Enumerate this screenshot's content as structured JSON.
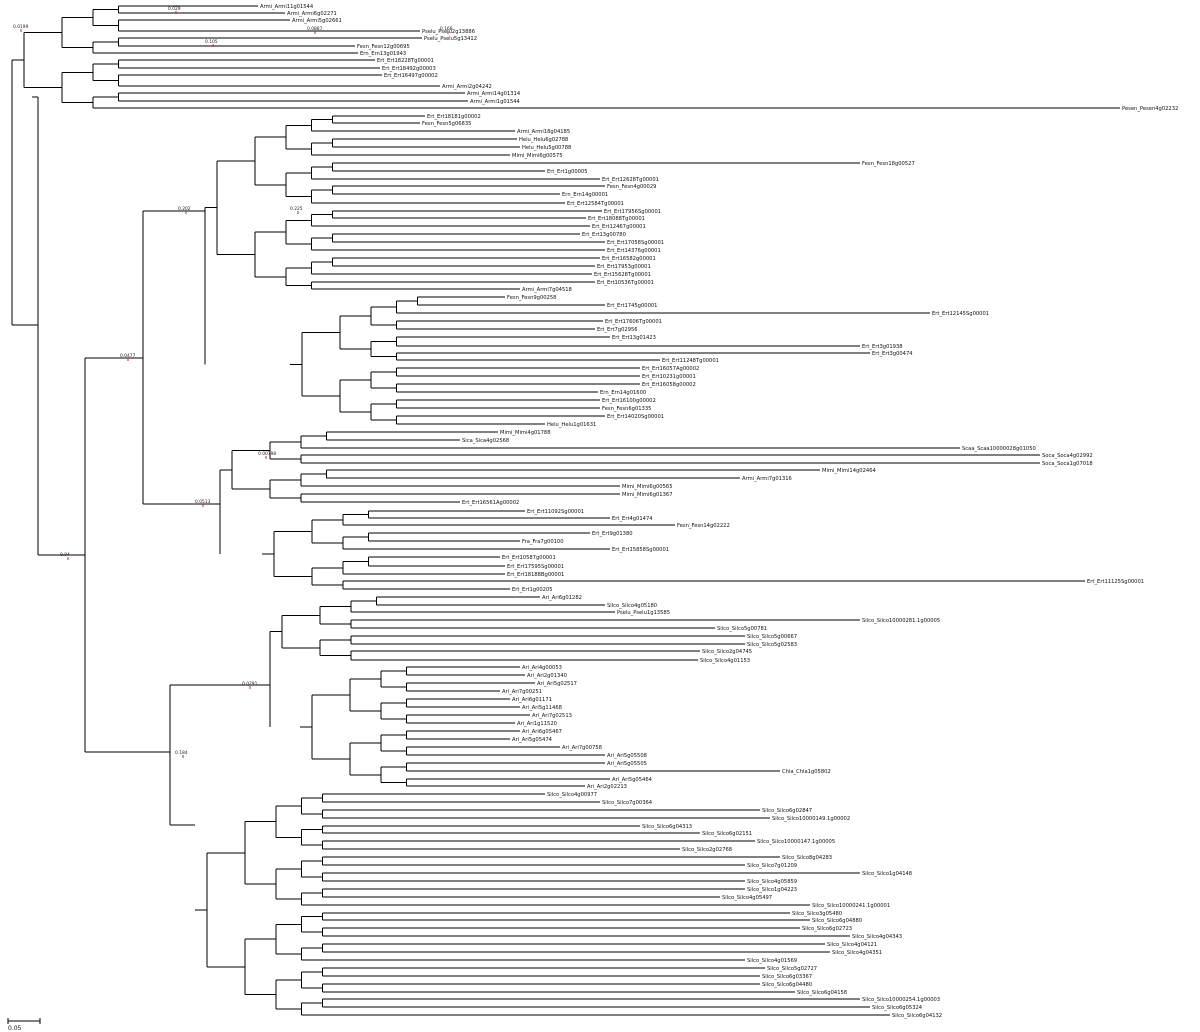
{
  "tree": {
    "scale_bar_label": "0.05",
    "labels": [
      {
        "id": "L1",
        "text": "Armi_Armi11g01544"
      },
      {
        "id": "L2",
        "text": "Armi_Armi6g02271"
      },
      {
        "id": "L3",
        "text": "Armi_Armi5g02661"
      },
      {
        "id": "L4",
        "text": "Pselu_Pselu2g13886"
      },
      {
        "id": "L5",
        "text": "Pselu_Pselu5g13412"
      },
      {
        "id": "L6",
        "text": "Fesn_Fesn12g00695"
      },
      {
        "id": "L7",
        "text": "Ern_Ern13g01943"
      },
      {
        "id": "L8",
        "text": "Ert_Ert18228Tg00001"
      },
      {
        "id": "L9",
        "text": "Ert_Ert18492g00003"
      },
      {
        "id": "L10",
        "text": "Ert_Ert16497g00002"
      },
      {
        "id": "L11",
        "text": "Armi_Armi2g04242"
      },
      {
        "id": "L12",
        "text": "Armi_Armi14g01314"
      },
      {
        "id": "L13",
        "text": "Armi_Armi1g01544"
      },
      {
        "id": "L14",
        "text": "Pesen_Pesen4g02232"
      },
      {
        "id": "L15",
        "text": "Ert_Ert18181g00002"
      },
      {
        "id": "L16",
        "text": "Fesn_Fesn5g06835"
      },
      {
        "id": "L17",
        "text": "Armi_Armi18g04185"
      },
      {
        "id": "L18",
        "text": "Helu_Helu6g02788"
      },
      {
        "id": "L19",
        "text": "Helu_Helu5g00788"
      },
      {
        "id": "L20",
        "text": "Mimi_Mimi6g00575"
      },
      {
        "id": "L21",
        "text": "Fesn_Fesn18g00527"
      },
      {
        "id": "L22",
        "text": "Ert_Ert1g00005"
      },
      {
        "id": "L23",
        "text": "Ert_Ert12628Tg00001"
      },
      {
        "id": "L24",
        "text": "Fesn_Fesn4g00029"
      },
      {
        "id": "L25",
        "text": "Ern_Ern14g00001"
      },
      {
        "id": "L26",
        "text": "Ert_Ert12584Tg00001"
      },
      {
        "id": "L27",
        "text": "Ert_Ert17956Sg00001"
      },
      {
        "id": "L28",
        "text": "Ert_Ert18088Tg00001"
      },
      {
        "id": "L29",
        "text": "Ert_Ert12467g00001"
      },
      {
        "id": "L30",
        "text": "Ert_Ert13g00780"
      },
      {
        "id": "L31",
        "text": "Ert_Ert17058Sg00001"
      },
      {
        "id": "L32",
        "text": "Ert_Ert14376g00001"
      },
      {
        "id": "L33",
        "text": "Ert_Ert16582g00001"
      },
      {
        "id": "L34",
        "text": "Ert_Ert17953g00001"
      },
      {
        "id": "L35",
        "text": "Ert_Ert15628Tg00001"
      },
      {
        "id": "L36",
        "text": "Ert_Ert10536Tg00001"
      },
      {
        "id": "L37",
        "text": "Armi_Armi7g04518"
      },
      {
        "id": "L38",
        "text": "Fesn_Fesn9g00258"
      },
      {
        "id": "L39",
        "text": "Ert_Ert1745g00001"
      },
      {
        "id": "L40",
        "text": "Ert_Ert12145Sg00001"
      },
      {
        "id": "L41",
        "text": "Ert_Ert17606Tg00001"
      },
      {
        "id": "L42",
        "text": "Ert_Ert7g02956"
      },
      {
        "id": "L43",
        "text": "Ert_Ert13g01423"
      },
      {
        "id": "L44",
        "text": "Ert_Ert3g01938"
      },
      {
        "id": "L45",
        "text": "Ert_Ert3g00474"
      },
      {
        "id": "L46",
        "text": "Ert_Ert11248Tg00001"
      },
      {
        "id": "L47",
        "text": "Ert_Ert16057Ag00002"
      },
      {
        "id": "L48",
        "text": "Ert_Ert10231g00001"
      },
      {
        "id": "L49",
        "text": "Ert_Ert16058g00002"
      },
      {
        "id": "L50",
        "text": "Ern_Ern14g01600"
      },
      {
        "id": "L51",
        "text": "Ert_Ert16100g00002"
      },
      {
        "id": "L52",
        "text": "Fesn_Fesn6g01335"
      },
      {
        "id": "L53",
        "text": "Ert_Ert14020Sg00001"
      },
      {
        "id": "L54",
        "text": "Helu_Helu1g01631"
      },
      {
        "id": "L55",
        "text": "Mimi_Mimi4g01788"
      },
      {
        "id": "L56",
        "text": "Sica_Sica4g02568"
      },
      {
        "id": "L57",
        "text": "Scaa_Scaa10000028g01050"
      },
      {
        "id": "L58",
        "text": "Soca_Soca4g02992"
      },
      {
        "id": "L59",
        "text": "Soca_Soca1g07018"
      },
      {
        "id": "L60",
        "text": "Mimi_Mimi14g02464"
      },
      {
        "id": "L61",
        "text": "Armi_Armi7g01316"
      },
      {
        "id": "L62",
        "text": "Mimi_Mimi6g00565"
      },
      {
        "id": "L63",
        "text": "Mimi_Mimi6g01367"
      },
      {
        "id": "L64",
        "text": "Ert_Ert16561Ag00002"
      },
      {
        "id": "L65",
        "text": "Ert_Ert11092Sg00001"
      },
      {
        "id": "L66",
        "text": "Ert_Ert4g01474"
      },
      {
        "id": "L67",
        "text": "Fesn_Fesn14g02222"
      },
      {
        "id": "L68",
        "text": "Ert_Ert9g01380"
      },
      {
        "id": "L69",
        "text": "Fra_Fra7g00100"
      },
      {
        "id": "L70",
        "text": "Ert_Ert15858Sg00001"
      },
      {
        "id": "L71",
        "text": "Ert_Ert10587g00001"
      },
      {
        "id": "L72",
        "text": "Ert_Ert17595Sg00001"
      },
      {
        "id": "L73",
        "text": "Ert_Ert18188Bg00001"
      },
      {
        "id": "L74",
        "text": "Ert_Ert11125Sg00001"
      },
      {
        "id": "L75",
        "text": "Ert_Ert1g00205"
      },
      {
        "id": "L76",
        "text": "Ari_Ari6g01282"
      },
      {
        "id": "L77",
        "text": "Silco_Silco4g05180"
      },
      {
        "id": "L78",
        "text": "Pselu_Pselu1g13585"
      },
      {
        "id": "L79",
        "text": "Silco_Silco10000281.1g00005"
      },
      {
        "id": "L80",
        "text": "Silco_Silco5g00781"
      },
      {
        "id": "L81",
        "text": "Silco_Silco5g00667"
      },
      {
        "id": "L82",
        "text": "Silco_Silco5g02583"
      },
      {
        "id": "L83",
        "text": "Silco_Silco2g04745"
      },
      {
        "id": "L84",
        "text": "Silco_Silco4g01153"
      },
      {
        "id": "L85",
        "text": "Ari_Ari4g00053"
      },
      {
        "id": "L86",
        "text": "Ari_Ari2g01340"
      },
      {
        "id": "L87",
        "text": "Ari_Ari5g02517"
      },
      {
        "id": "L88",
        "text": "Ari_Ari7g00251"
      },
      {
        "id": "L89",
        "text": "Ari_Ari6g01171"
      },
      {
        "id": "L90",
        "text": "Ari_Ari5g11468"
      },
      {
        "id": "L91",
        "text": "Ari_Ari7g02513"
      },
      {
        "id": "L92",
        "text": "Ari_Ari1g11520"
      },
      {
        "id": "L93",
        "text": "Ari_Ari6g05467"
      },
      {
        "id": "L94",
        "text": "Ari_Ari5g05474"
      },
      {
        "id": "L95",
        "text": "Ari_Ari7g00758"
      },
      {
        "id": "L96",
        "text": "Ari_Ari5g05508"
      },
      {
        "id": "L97",
        "text": "Ari_Ari5g05505"
      },
      {
        "id": "L98",
        "text": "Chla_Chla1g05802"
      },
      {
        "id": "L99",
        "text": "Ari_Ari5g05464"
      },
      {
        "id": "L100",
        "text": "Ari_Ari2g02213"
      },
      {
        "id": "L101",
        "text": "Silco_Silco4g00977"
      },
      {
        "id": "L102",
        "text": "Silco_Silco7g00364"
      },
      {
        "id": "L103",
        "text": "Silco_Silco6g02847"
      },
      {
        "id": "L104",
        "text": "Silco_Silco10000149.1g00002"
      },
      {
        "id": "L105",
        "text": "Silco_Silco6g04313"
      },
      {
        "id": "L106",
        "text": "Silco_Silco6g02151"
      },
      {
        "id": "L107",
        "text": "Silco_Silco10000147.1g00005"
      },
      {
        "id": "L108",
        "text": "Silco_Silco2g02768"
      },
      {
        "id": "L109",
        "text": "Silco_Silco8g04283"
      },
      {
        "id": "L110",
        "text": "Silco_Silco7g01209"
      },
      {
        "id": "L111",
        "text": "Silco_Silco1g04148"
      },
      {
        "id": "L112",
        "text": "Silco_Silco4g05859"
      },
      {
        "id": "L113",
        "text": "Silco_Silco1g04223"
      },
      {
        "id": "L114",
        "text": "Silco_Silco4g05497"
      },
      {
        "id": "L115",
        "text": "Silco_Silco10000241.1g00001"
      },
      {
        "id": "L116",
        "text": "Silco_Silco3g05480"
      },
      {
        "id": "L117",
        "text": "Silco_Silco6g04880"
      },
      {
        "id": "L118",
        "text": "Silco_Silco6g02723"
      },
      {
        "id": "L119",
        "text": "Silco_Silco4g04343"
      },
      {
        "id": "L120",
        "text": "Silco_Silco4g04121"
      },
      {
        "id": "L121",
        "text": "Silco_Silco4g04351"
      },
      {
        "id": "L122",
        "text": "Silco_Silco4g01569"
      },
      {
        "id": "L123",
        "text": "Silco_Silco5g02727"
      },
      {
        "id": "L124",
        "text": "Silco_Silco6g03367"
      },
      {
        "id": "L125",
        "text": "Silco_Silco6g04480"
      },
      {
        "id": "L126",
        "text": "Silco_Silco6g04158"
      },
      {
        "id": "L127",
        "text": "Silco_Silco10000254.1g00003"
      },
      {
        "id": "L128",
        "text": "Silco_Silco6g05324"
      },
      {
        "id": "L129",
        "text": "Silco_Silco6g04132"
      }
    ],
    "branch_lengths": [
      "0.0199",
      "0.029",
      "0.105",
      "0.0887",
      "0.168",
      "0.202",
      "0.225",
      "0.0477",
      "0.04",
      "0.0513",
      "0.00798",
      "0.184",
      "0.0291"
    ]
  }
}
